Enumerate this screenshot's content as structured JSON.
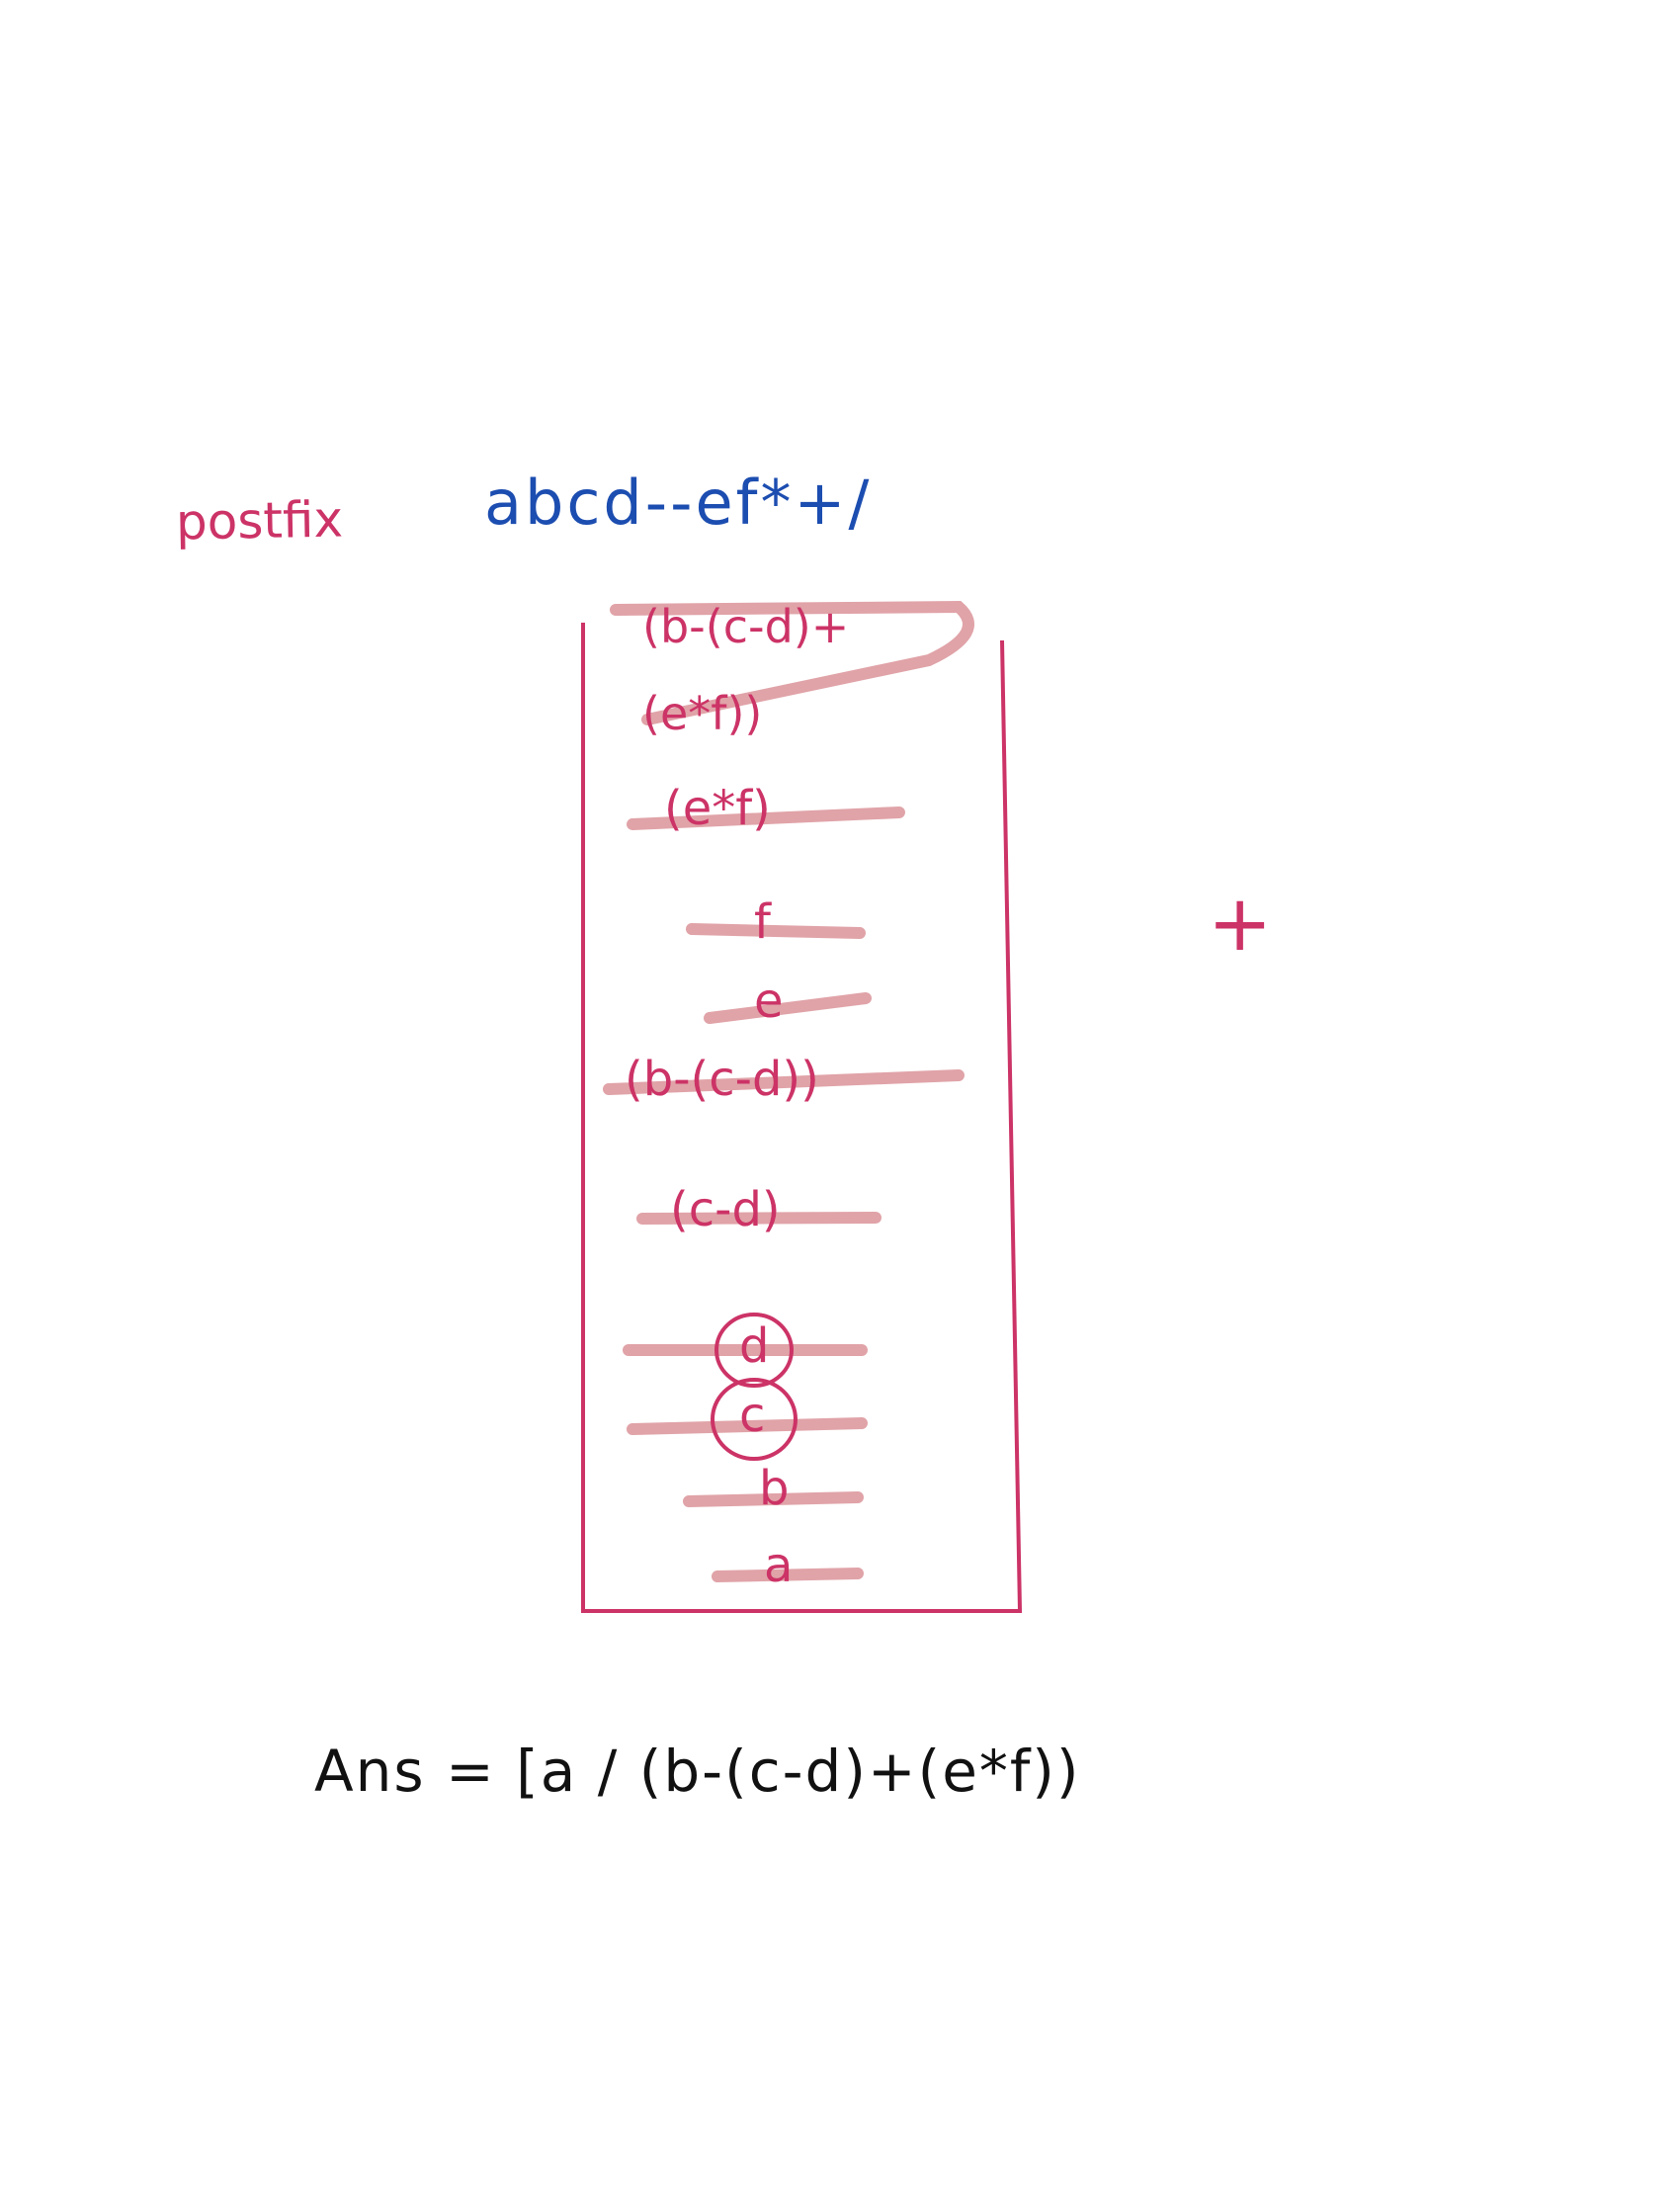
{
  "labels": {
    "postfix": "postfix",
    "expression": "abcd--ef*+/",
    "pending_operator": "+"
  },
  "stack": {
    "items": [
      {
        "text": "a"
      },
      {
        "text": "b"
      },
      {
        "text": "c",
        "circled": true
      },
      {
        "text": "d",
        "circled": true
      },
      {
        "text": "(c-d)"
      },
      {
        "text": "(b-(c-d))"
      },
      {
        "text": "e"
      },
      {
        "text": "f"
      },
      {
        "text": "(e*f)"
      },
      {
        "text": "(b-(c-d)+(e*f))"
      }
    ]
  },
  "answer": {
    "text": "Ans = [a / (b-(c-d)+(e*f))"
  },
  "colors": {
    "ink_pink": "#cc3366",
    "ink_blue": "#1c4db0",
    "strike": "#e0a3a8",
    "ink_black": "#111111"
  }
}
